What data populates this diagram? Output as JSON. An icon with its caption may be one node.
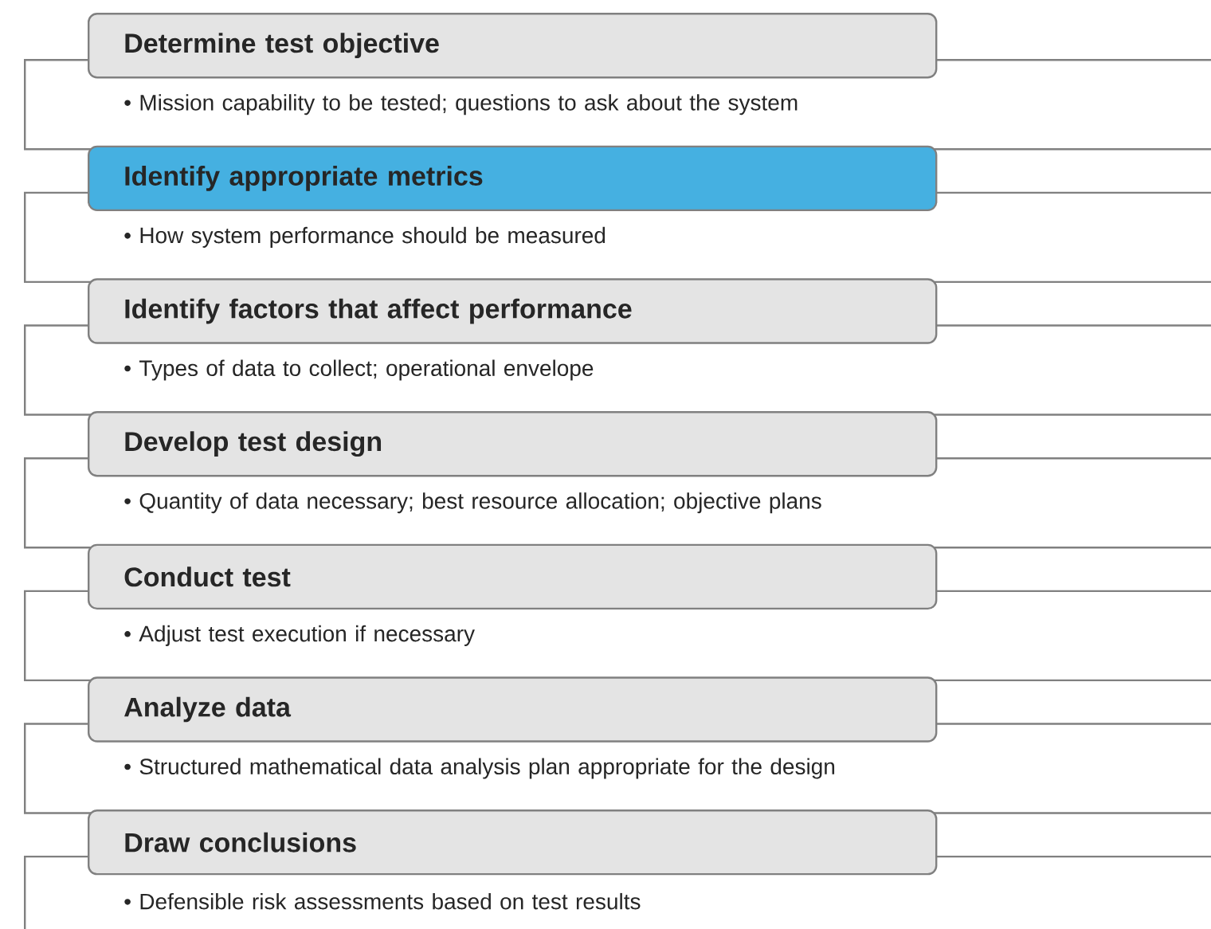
{
  "diagram": {
    "nodes": [
      {
        "text": [
          "Determine test objective"
        ]
      },
      {
        "text": [
          "• Mission capability to be tested; questions to ask about the system"
        ]
      },
      {
        "text": [
          "Identify appropriate metrics"
        ]
      },
      {
        "text": [
          "• How system performance should be measured"
        ]
      },
      {
        "text": [
          "Identify factors that affect performance"
        ]
      },
      {
        "text": [
          "• Types of data to collect; operational envelope"
        ]
      },
      {
        "text": [
          "Develop test design"
        ]
      },
      {
        "text": [
          "• Quantity of data necessary; best resource allocation; objective plans"
        ]
      },
      {
        "text": [
          "Conduct test"
        ]
      },
      {
        "text": [
          "• Adjust test execution if necessary"
        ]
      },
      {
        "text": [
          "Analyze data"
        ]
      },
      {
        "text": [
          "• Structured mathematical data analysis plan appropriate for the design"
        ]
      },
      {
        "text": [
          "Draw conclusions"
        ]
      },
      {
        "text": [
          "• Defensible risk assessments based on test results"
        ]
      }
    ]
  }
}
